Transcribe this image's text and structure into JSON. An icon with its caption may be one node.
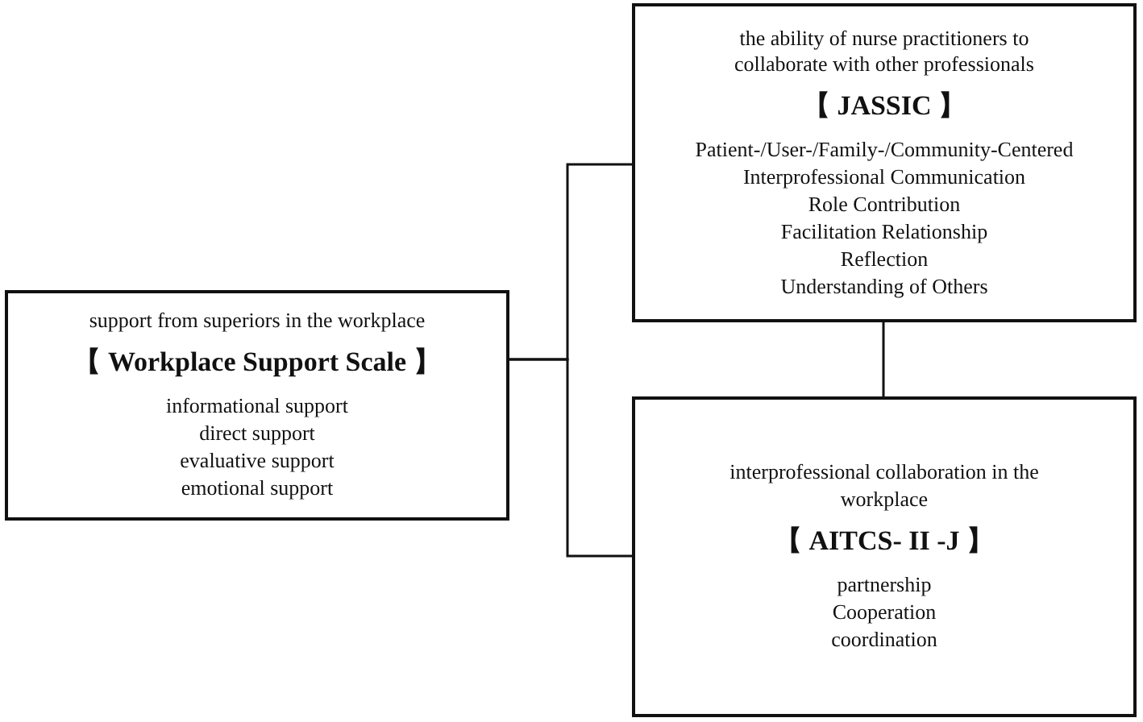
{
  "diagram": {
    "nodes": [
      {
        "text": [
          "support from superiors in the workplace",
          "【 Workplace Support Scale 】",
          "informational support",
          "direct support",
          "evaluative support",
          "emotional support"
        ]
      },
      {
        "text": [
          "the ability of nurse practitioners to collaborate with other professionals",
          "【 JASSIC 】",
          "Patient-/User-/Family-/Community-Centered",
          "Interprofessional Communication",
          "Role Contribution",
          "Facilitation Relationship",
          "Reflection",
          "Understanding of Others"
        ]
      },
      {
        "text": [
          "interprofessional collaboration in the workplace",
          "【 AITCS- II -J 】",
          "partnership",
          "Cooperation",
          "coordination"
        ]
      }
    ],
    "edges": [
      {
        "from": 0,
        "to": 1,
        "arrow": "none"
      },
      {
        "from": 0,
        "to": 2,
        "arrow": "none"
      },
      {
        "from": 1,
        "to": 2,
        "arrow": "none"
      }
    ]
  }
}
